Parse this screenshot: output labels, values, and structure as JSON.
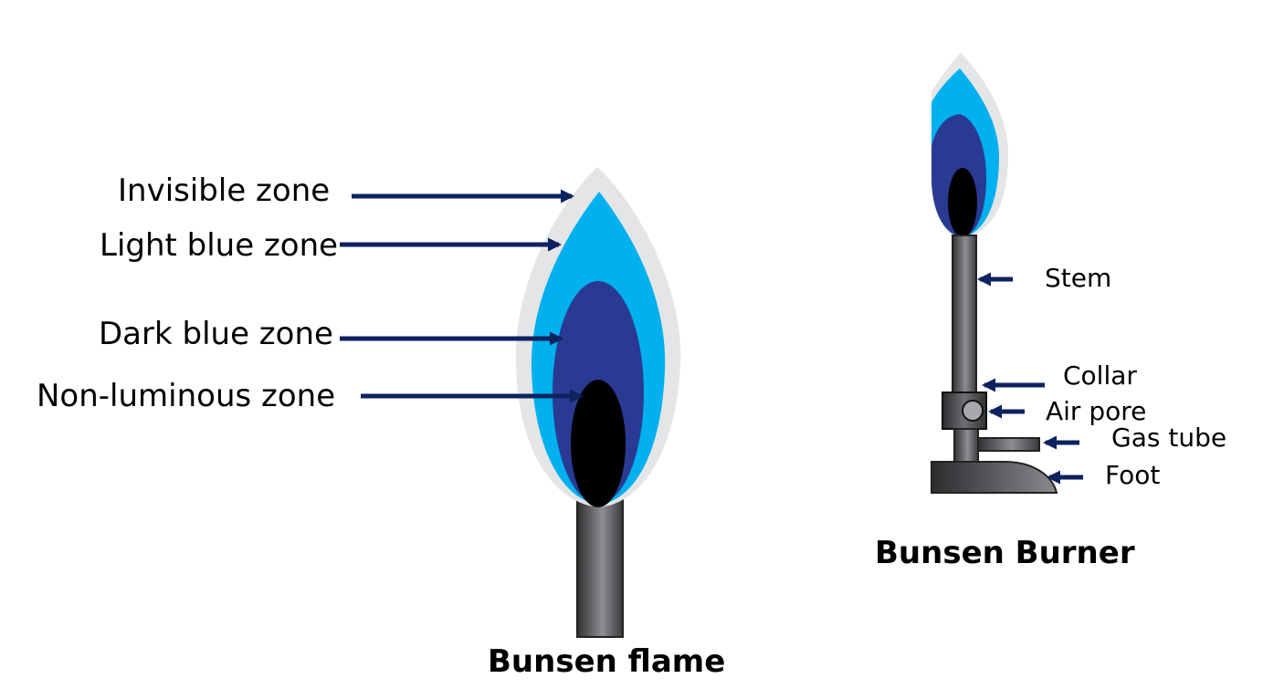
{
  "flame_diagram": {
    "title": "Bunsen flame",
    "labels": {
      "invisible": "Invisible zone",
      "light_blue": "Light blue zone",
      "dark_blue": "Dark blue zone",
      "non_luminous": "Non-luminous zone"
    }
  },
  "burner_diagram": {
    "title": "Bunsen Burner",
    "labels": {
      "stem": "Stem",
      "collar": "Collar",
      "air_pore": "Air pore",
      "gas_tube": "Gas tube",
      "foot": "Foot"
    }
  },
  "colors": {
    "invisible_zone": "#E4E5E7",
    "light_blue_zone": "#00B0EF",
    "dark_blue_zone": "#2A3A92",
    "non_luminous_zone": "#000000",
    "metal_dark": "#3A3B3D",
    "metal_light": "#8A8B8E",
    "arrow": "#0E2260"
  }
}
